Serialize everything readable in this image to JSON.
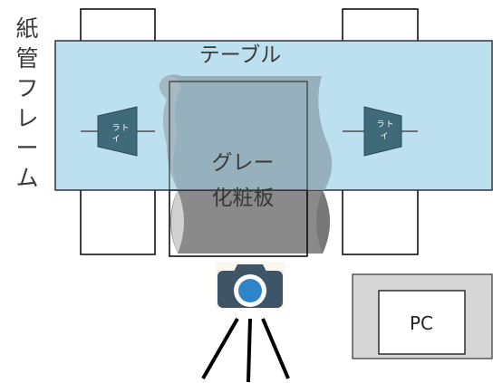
{
  "labels": {
    "frame": "紙管フレーム",
    "table": "テーブル",
    "board_line1": "グレー",
    "board_line2": "化粧板",
    "light": "ライト",
    "pc": "PC"
  },
  "colors": {
    "table_fill": "#bde0f0",
    "table_stroke": "#333333",
    "board_back": "#8fa8b4",
    "board_lower": "#8a8a8a",
    "board_highlight": "#d0d0d0",
    "light_fill": "#3f6a79",
    "camera_body": "#3d5566",
    "camera_lens": "#2f83c9",
    "pc_outer": "#d6d6d6",
    "pc_screen": "#ffffff",
    "tripod": "#000000",
    "label_text": "#3a3a3a"
  },
  "icons": {
    "camera": "camera-icon",
    "tripod": "tripod-icon",
    "light": "light-trapezoid-icon"
  }
}
